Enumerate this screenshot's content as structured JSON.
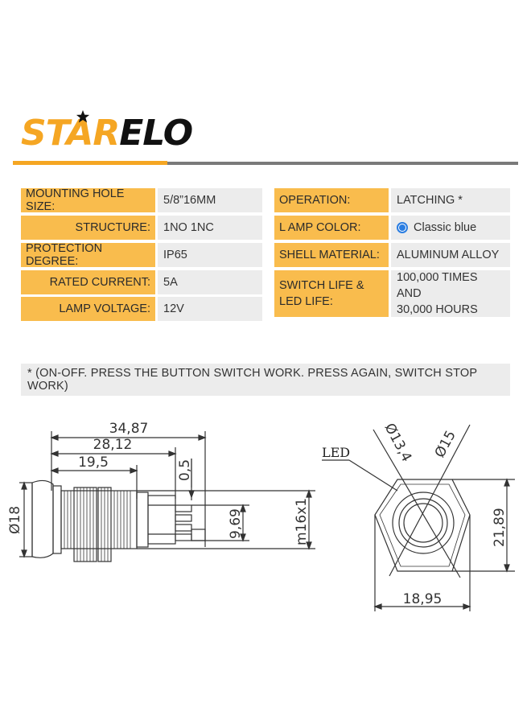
{
  "brand": {
    "logo_part1": "STAR",
    "logo_part2": "ELO",
    "accent": "#f5a623"
  },
  "specs_left": [
    {
      "label": "MOUNTING HOLE SIZE:",
      "value": "5/8”16MM"
    },
    {
      "label": "STRUCTURE:",
      "value": "1NO 1NC"
    },
    {
      "label": "PROTECTION DEGREE:",
      "value": "IP65"
    },
    {
      "label": "RATED CURRENT:",
      "value": "5A"
    },
    {
      "label": "LAMP VOLTAGE:",
      "value": "12V"
    }
  ],
  "specs_right": [
    {
      "label": "OPERATION:",
      "value": "LATCHING *"
    },
    {
      "label": "L AMP COLOR:",
      "value": "Classic blue",
      "icon": "blue-circle-icon",
      "color": "#2a7de1"
    },
    {
      "label": "SHELL MATERIAL:",
      "value": "ALUMINUM ALLOY"
    },
    {
      "label_lines": [
        "SWITCH LIFE &",
        "LED LIFE:"
      ],
      "value_lines": [
        "100,000 TIMES AND",
        "30,000 HOURS"
      ]
    }
  ],
  "note": "* (ON-OFF. PRESS THE BUTTON SWITCH WORK. PRESS AGAIN, SWITCH STOP WORK)",
  "side_view": {
    "dim_total": "34,87",
    "dim_body": "28,12",
    "dim_thread": "19,5",
    "dim_gap": "0,5",
    "dim_diameter": "Ø18",
    "dim_height": "9,69",
    "dim_thread_spec": "m16x1"
  },
  "front_view": {
    "led_label": "LED",
    "dim_inner": "Ø13,4",
    "dim_outer": "Ø15",
    "dim_height": "21,89",
    "dim_width": "18,95"
  }
}
